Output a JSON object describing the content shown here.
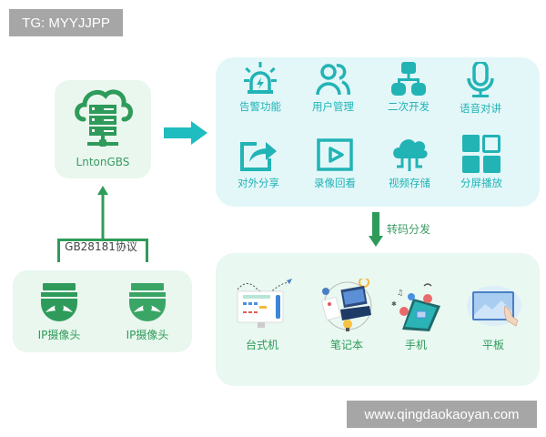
{
  "watermarks": {
    "top": "TG: MYYJJPP",
    "bottom": "www.qingdaokaoyan.com"
  },
  "server": {
    "label": "LntonGBS",
    "icon": "cloud-server-icon"
  },
  "protocol": {
    "label": "GB28181协议"
  },
  "cameras": [
    {
      "label": "IP摄像头",
      "icon": "dome-camera-icon"
    },
    {
      "label": "IP摄像头",
      "icon": "dome-camera-icon"
    }
  ],
  "features": [
    {
      "label": "告警功能",
      "icon": "alarm-siren-icon"
    },
    {
      "label": "用户管理",
      "icon": "users-icon"
    },
    {
      "label": "二次开发",
      "icon": "hierarchy-icon"
    },
    {
      "label": "语音对讲",
      "icon": "microphone-icon"
    },
    {
      "label": "对外分享",
      "icon": "share-icon"
    },
    {
      "label": "录像回看",
      "icon": "video-playback-icon"
    },
    {
      "label": "视频存储",
      "icon": "cloud-upload-icon"
    },
    {
      "label": "分屏播放",
      "icon": "split-screen-icon"
    }
  ],
  "transcode": {
    "label": "转码分发"
  },
  "devices": [
    {
      "label": "台式机",
      "icon": "desktop-icon"
    },
    {
      "label": "笔记本",
      "icon": "laptop-icon"
    },
    {
      "label": "手机",
      "icon": "mobile-phone-icon"
    },
    {
      "label": "平板",
      "icon": "tablet-icon"
    }
  ],
  "colors": {
    "green": "#2e9b5a",
    "teal": "#22b3b5",
    "arrow_teal": "#1fbcc0",
    "panel_green": "#e9f7ee",
    "panel_teal": "#e3f7f9",
    "watermark_bg": "#a6a6a6"
  }
}
